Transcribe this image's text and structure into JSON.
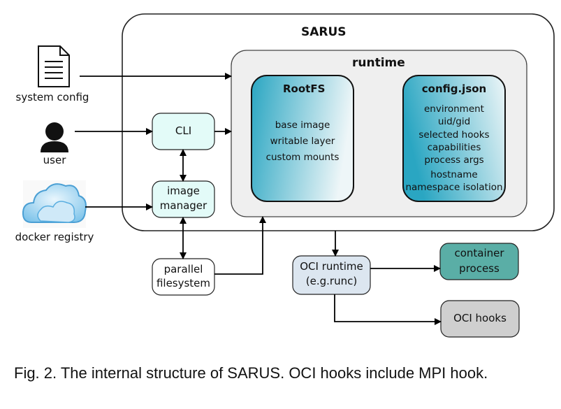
{
  "sarus": {
    "title": "SARUS"
  },
  "runtime": {
    "title": "runtime"
  },
  "rootfs": {
    "title": "RootFS",
    "items": [
      "base image",
      "writable layer",
      "custom mounts"
    ]
  },
  "config_json": {
    "title": "config.json",
    "items": [
      "environment",
      "uid/gid",
      "selected hooks",
      "capabilities",
      "process args",
      "hostname",
      "namespace isolation"
    ]
  },
  "inputs": {
    "system_config": "system config",
    "user": "user",
    "docker_registry": "docker registry"
  },
  "nodes": {
    "cli": "CLI",
    "image_manager": [
      "image",
      "manager"
    ],
    "parallel_filesystem": [
      "parallel",
      "filesystem"
    ],
    "oci_runtime": [
      "OCI runtime",
      "(e.g.runc)"
    ],
    "container_process": [
      "container",
      "process"
    ],
    "oci_hooks": "OCI hooks"
  },
  "caption": "Fig. 2. The internal structure of SARUS. OCI hooks include MPI hook.",
  "colors": {
    "cli_fill": "#e3fbf8",
    "image_manager_fill": "#e3fbf8",
    "runtime_fill": "#efefef",
    "rootfs_gradient": [
      "#2aa6c2",
      "#e9f4f7"
    ],
    "oci_runtime_fill": "#dce6f0",
    "container_process_fill": "#5aaea6",
    "oci_hooks_fill": "#cfcfcf"
  }
}
